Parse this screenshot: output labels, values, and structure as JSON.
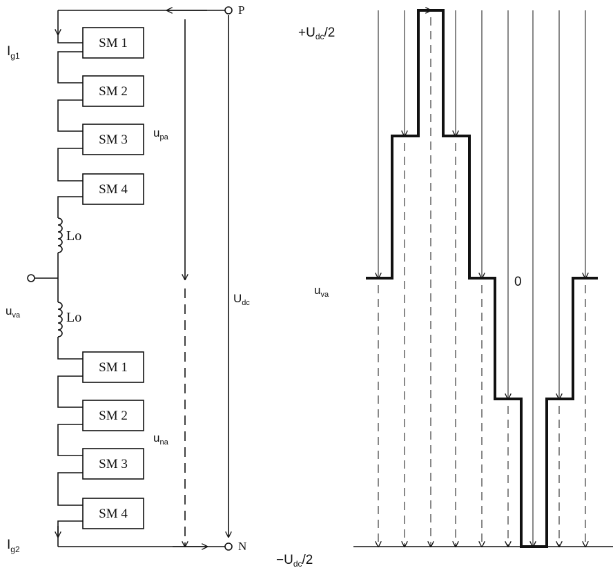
{
  "terminals": {
    "p_label": "P",
    "n_label": "N"
  },
  "currents": {
    "ig1_main": "I",
    "ig1_sub": "g1",
    "ig2_main": "I",
    "ig2_sub": "g2"
  },
  "upper_arm": {
    "submodules": [
      "SM 1",
      "SM 2",
      "SM 3",
      "SM 4"
    ],
    "inductor_label": "Lo"
  },
  "lower_arm": {
    "submodules": [
      "SM 1",
      "SM 2",
      "SM 3",
      "SM 4"
    ],
    "inductor_label": "Lo"
  },
  "voltages": {
    "upa_main": "u",
    "upa_sub": "pa",
    "una_main": "u",
    "una_sub": "na",
    "udc_main": "U",
    "udc_sub": "dc",
    "uva_left_main": "u",
    "uva_left_sub": "va"
  },
  "waveform": {
    "top_prefix": "+U",
    "top_sub": "dc",
    "top_suffix": "/2",
    "bottom_prefix": "−U",
    "bottom_sub": "dc",
    "bottom_suffix": "/2",
    "zero_label": "0",
    "uva_main": "u",
    "uva_sub": "va",
    "step_levels": [
      0,
      1,
      2,
      1,
      0,
      -1,
      -2,
      -1,
      0
    ]
  }
}
